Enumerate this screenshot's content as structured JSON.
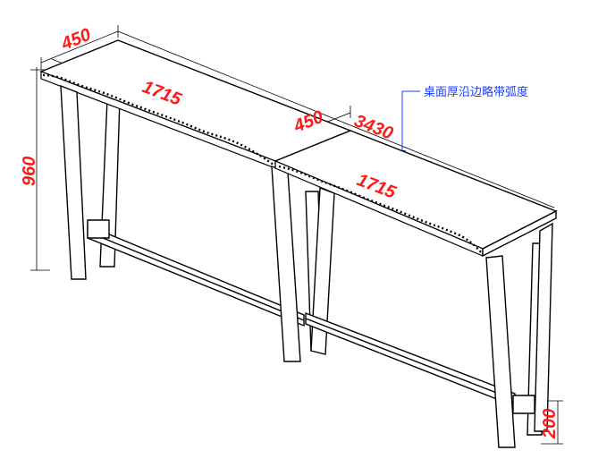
{
  "dimensions": {
    "top_depth_left": "450",
    "top_length_left": "1715",
    "top_depth_right": "450",
    "total_length": "3430",
    "top_length_right": "1715",
    "height": "960",
    "stretcher_height": "200"
  },
  "annotation": {
    "text": "桌面厚沿边略带弧度"
  },
  "colors": {
    "dimension_text": "#ff1a1a",
    "annotation_text": "#1a3cff",
    "lines": "#000000"
  }
}
